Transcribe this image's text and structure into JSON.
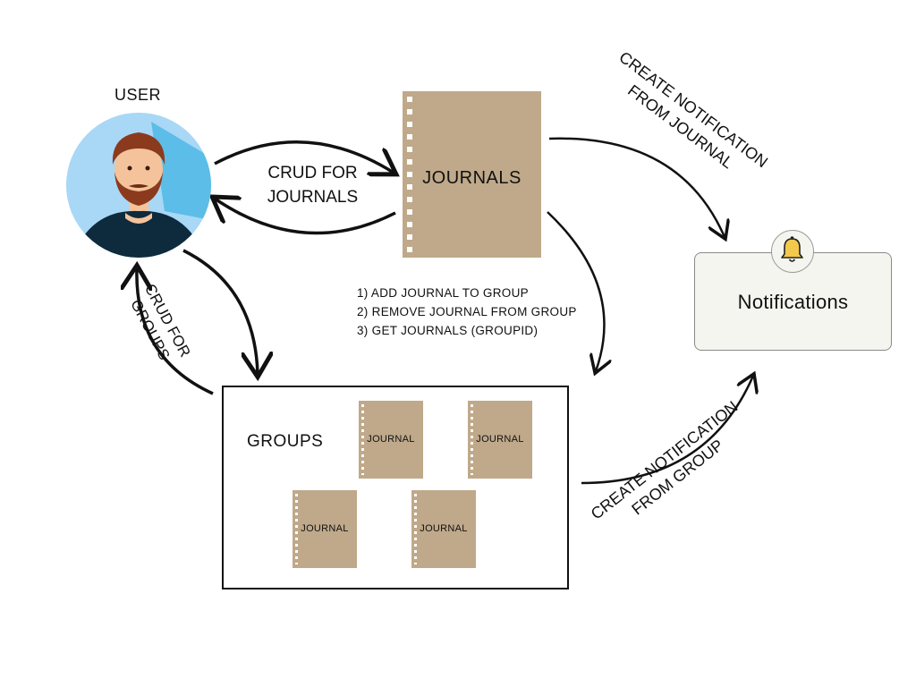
{
  "user": {
    "label": "USER"
  },
  "journals": {
    "label": "JOURNALS"
  },
  "crud_journals": {
    "line1": "CRUD FOR",
    "line2": "JOURNALS"
  },
  "crud_groups": {
    "line1": "CRUD FOR",
    "line2": "GROUPS"
  },
  "group_ops": [
    "1) ADD JOURNAL TO GROUP",
    "2) REMOVE JOURNAL FROM GROUP",
    "3) GET JOURNALS (GROUPID)"
  ],
  "groups": {
    "label": "GROUPS",
    "journals": [
      "JOURNAL",
      "JOURNAL",
      "JOURNAL",
      "JOURNAL"
    ]
  },
  "notifications": {
    "label": "Notifications",
    "icon": "bell-icon"
  },
  "create_from_journal": {
    "line1": "CREATE NOTIFICATION",
    "line2": "FROM JOURNAL"
  },
  "create_from_group": {
    "line1": "CREATE NOTIFICATION",
    "line2": "FROM GROUP"
  },
  "colors": {
    "journal": "#bfa98a",
    "notification_bg": "#f5f5ef",
    "avatar_bg": "#a8d8f5",
    "bell": "#f2c94c"
  }
}
